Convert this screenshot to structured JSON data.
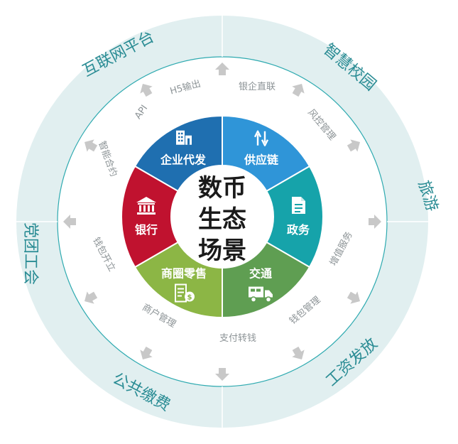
{
  "center_title_lines": [
    "数币",
    "生态",
    "场景"
  ],
  "sectors": [
    {
      "label": "企业代发",
      "icon": "building-icon",
      "color": "#1f6fb0"
    },
    {
      "label": "供应链",
      "icon": "up-down-arrows-icon",
      "color": "#2f95d8"
    },
    {
      "label": "政务",
      "icon": "document-icon",
      "color": "#16a3aa"
    },
    {
      "label": "交通",
      "icon": "truck-icon",
      "color": "#5f9e52"
    },
    {
      "label": "商圈零售",
      "icon": "receipt-coin-icon",
      "color": "#8cb645"
    },
    {
      "label": "银行",
      "icon": "bank-icon",
      "color": "#c0122f"
    }
  ],
  "inner_ring_labels": [
    "银企直联",
    "风控管理",
    "增值服务",
    "钱包管理",
    "支付转钱",
    "商户管理",
    "钱包开立",
    "智能合约",
    "API",
    "H5输出"
  ],
  "outer_ring_labels": [
    "互联网平台",
    "智慧校园",
    "旅游",
    "工资发放",
    "公共缴费",
    "党团工会"
  ],
  "colors": {
    "outer_ring": "#e1eff0",
    "ring_line": "#2eaab0",
    "arrow": "#c8c8c8",
    "outer_text": "#2a8c94",
    "inner_text": "#8c9396"
  }
}
